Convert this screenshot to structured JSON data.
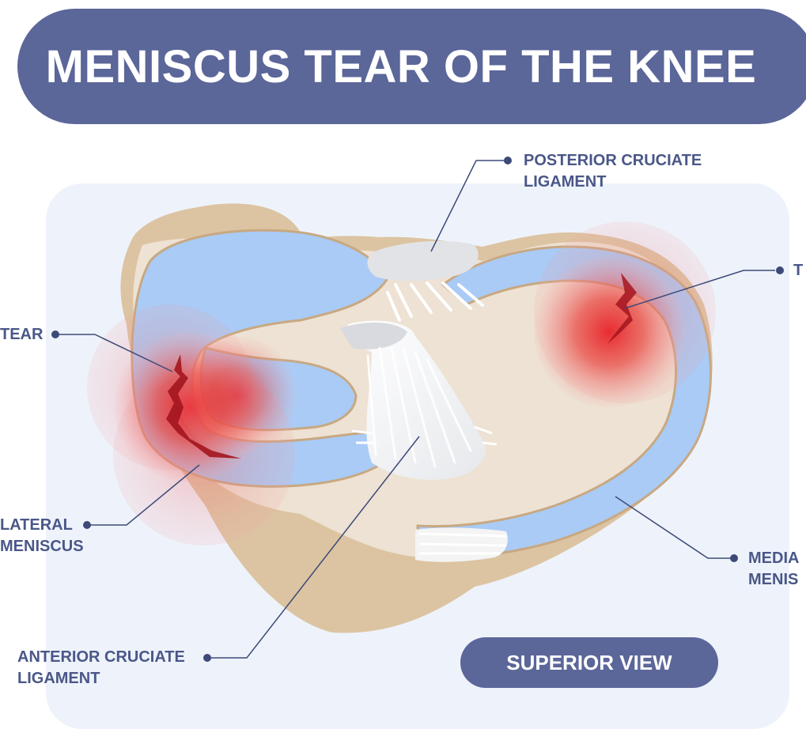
{
  "title": "MENISCUS TEAR OF THE KNEE",
  "labels": {
    "pcl_line1": "POSTERIOR CRUCIATE",
    "pcl_line2": "LIGAMENT",
    "right_tear": "T",
    "left_tear": "TEAR",
    "lateral_line1": "LATERAL",
    "lateral_line2": "MENISCUS",
    "medial_line1": "MEDIA",
    "medial_line2": "MENIS",
    "acl_line1": "ANTERIOR CRUCIATE",
    "acl_line2": "LIGAMENT"
  },
  "badge": "SUPERIOR VIEW",
  "colors": {
    "banner": "#5b6699",
    "label_text": "#4a5788",
    "panel_bg": "#eef3fb",
    "bone": "#dcc4a2",
    "cartilage": "#ede2d3",
    "meniscus": "#a9cbf6",
    "ligament": "#f4f4f4",
    "tear_glow": "#e8232a",
    "leader_line": "#3d4a78"
  }
}
